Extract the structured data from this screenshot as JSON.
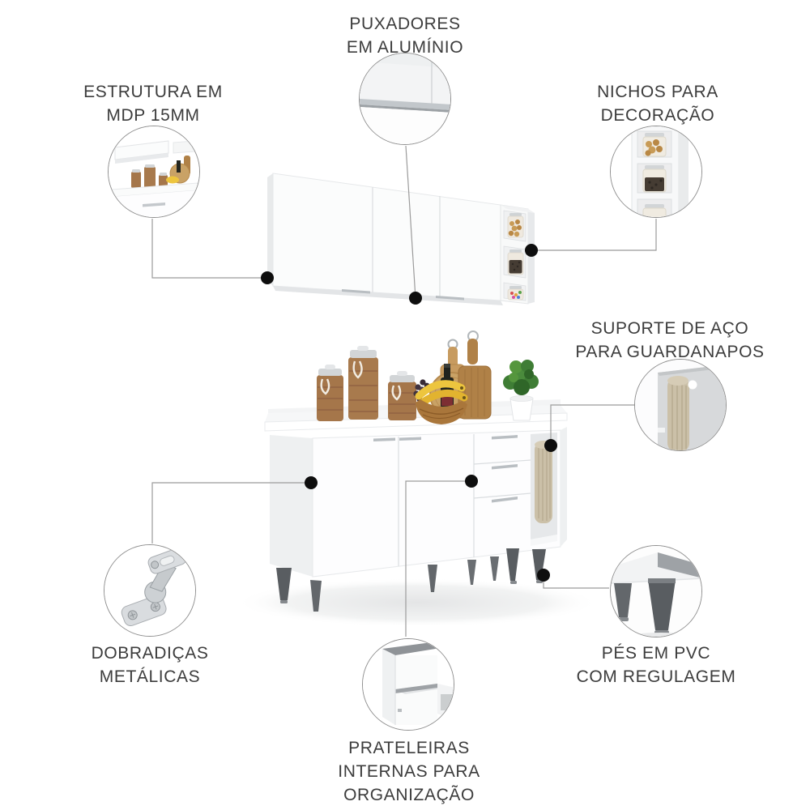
{
  "infographic": {
    "subject": "kitchen-cabinet-set-feature-callouts",
    "callouts": {
      "puxadores": {
        "lines": [
          "PUXADORES",
          "EM ALUMÍNIO"
        ]
      },
      "estrutura": {
        "lines": [
          "ESTRUTURA EM",
          "MDP 15MM"
        ]
      },
      "nichos": {
        "lines": [
          "NICHOS PARA",
          "DECORAÇÃO"
        ]
      },
      "suporte": {
        "lines": [
          "SUPORTE DE AÇO",
          "PARA GUARDANAPOS"
        ]
      },
      "dobradicas": {
        "lines": [
          "DOBRADIÇAS",
          "METÁLICAS"
        ]
      },
      "pes": {
        "lines": [
          "PÉS EM PVC",
          "COM REGULAGEM"
        ]
      },
      "prateleiras": {
        "lines": [
          "PRATELEIRAS",
          "INTERNAS PARA",
          "ORGANIZAÇÃO"
        ]
      }
    },
    "colors": {
      "background": "#ffffff",
      "label_text": "#3c3c3c",
      "connector_line": "#9b9b9b",
      "callout_dot": "#0e0e0e",
      "circle_border": "#8f8f8f",
      "cabinet_white": "#fdfdfe",
      "panel_shade": "#e8eaec",
      "handle_aluminium": "#b9bec2",
      "leg_pvc": "#595d61",
      "wood_jar": "#a5764a",
      "wood_board": "#b08147",
      "banana_yellow": "#edc53e",
      "plant_green": "#3f7d35",
      "towel_beige": "#cbc0a8"
    }
  }
}
